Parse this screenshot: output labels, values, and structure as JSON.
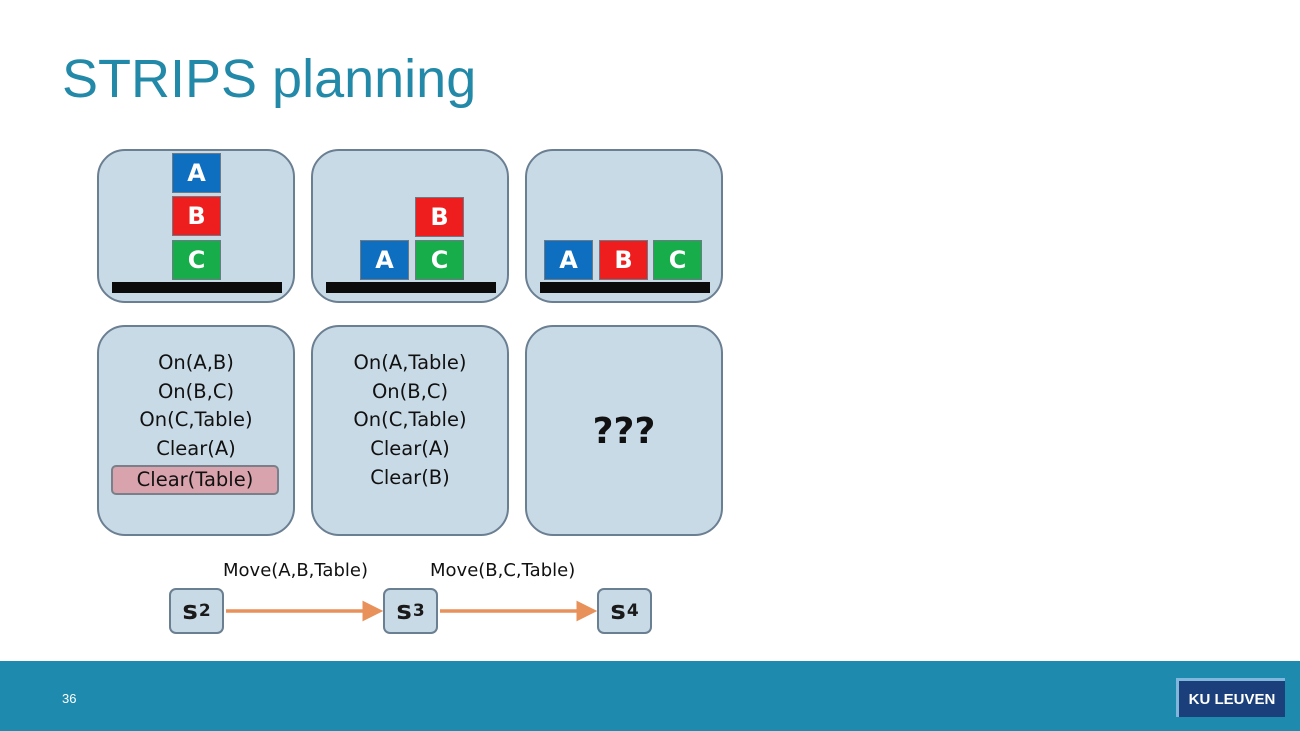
{
  "slide": {
    "title": "STRIPS planning",
    "page_number": "36"
  },
  "colors": {
    "title": "#2389a8",
    "block_a": "#0e6ec0",
    "block_b": "#ee1e1e",
    "block_c": "#16ad4a",
    "panel_fill": "#c9dae7",
    "arrow": "#e8915b",
    "footer": "#1d8aae",
    "highlight": "#d9a3ad"
  },
  "scenes": [
    {
      "blocks": [
        "A",
        "B",
        "C"
      ]
    },
    {
      "blocks": [
        "B",
        "A",
        "C"
      ]
    },
    {
      "blocks": [
        "A",
        "B",
        "C"
      ]
    }
  ],
  "states": [
    {
      "facts": [
        "On(A,B)",
        "On(B,C)",
        "On(C,Table)",
        "Clear(A)",
        "Clear(Table)"
      ],
      "highlighted": "Clear(Table)"
    },
    {
      "facts": [
        "On(A,Table)",
        "On(B,C)",
        "On(C,Table)",
        "Clear(A)",
        "Clear(B)"
      ]
    },
    {
      "facts": [
        "???"
      ]
    }
  ],
  "plan": {
    "states": [
      {
        "letter": "s",
        "index": "2"
      },
      {
        "letter": "s",
        "index": "3"
      },
      {
        "letter": "s",
        "index": "4"
      }
    ],
    "actions": [
      "Move(A,B,Table)",
      "Move(B,C,Table)"
    ]
  },
  "logo": {
    "text": "KU LEUVEN"
  }
}
